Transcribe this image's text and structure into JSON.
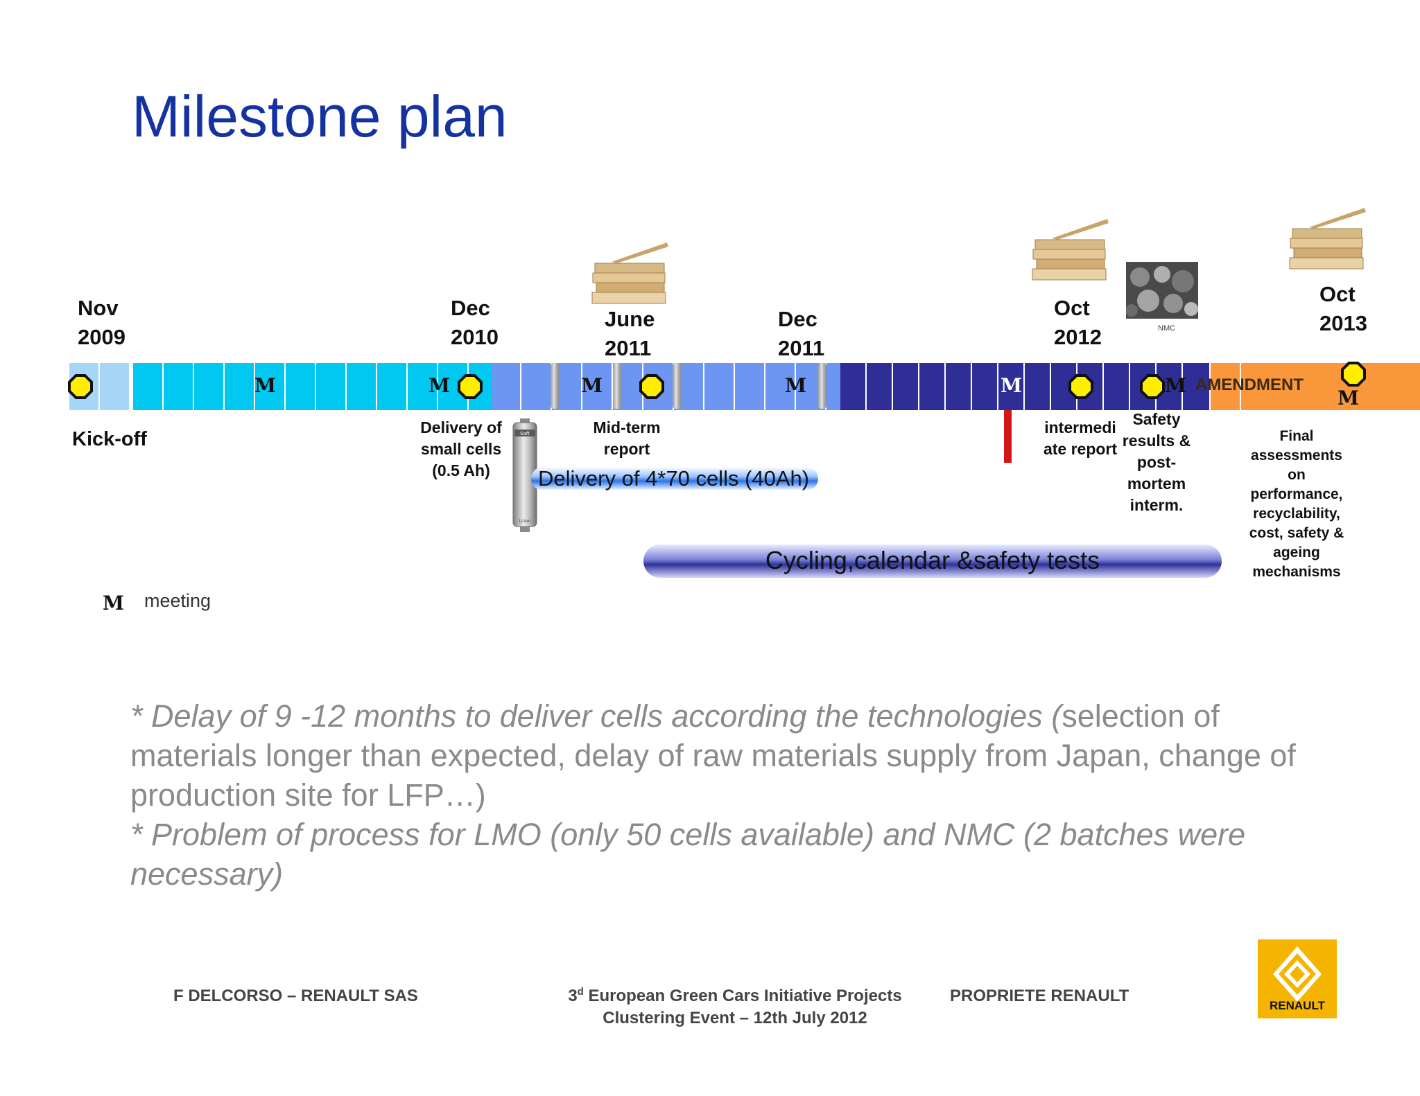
{
  "title": "Milestone plan",
  "dates": {
    "nov_2009": [
      "Nov",
      "2009"
    ],
    "dec_2010": [
      "Dec",
      "2010"
    ],
    "june_2011": [
      "June",
      "2011"
    ],
    "dec_2011": [
      "Dec",
      "2011"
    ],
    "oct_2012": [
      "Oct",
      "2012"
    ],
    "oct_2013": [
      "Oct",
      "2013"
    ]
  },
  "labels": {
    "kickoff": "Kick-off",
    "delivery_small": [
      "Delivery of",
      "small cells",
      "(0.5 Ah)"
    ],
    "midterm": [
      "Mid-term",
      "report"
    ],
    "intermediate": [
      "intermedi",
      "ate report"
    ],
    "safety": [
      "Safety",
      "results &",
      "post-",
      "mortem",
      "interm."
    ],
    "final": [
      "Final",
      "assessments",
      "on",
      "performance,",
      "recyclability,",
      "cost, safety &",
      "ageing",
      "mechanisms"
    ],
    "nmc": "NMC",
    "amendment": "AMENDMENT"
  },
  "bars": {
    "delivery_cells": "Delivery of 4*70 cells (40Ah)",
    "cycling": "Cycling,calendar &safety tests"
  },
  "legend": {
    "symbol": "M",
    "text": "meeting"
  },
  "marker_symbol": "M",
  "battery_brand": "Saft",
  "battery_type": "Li-ion",
  "notes": {
    "line1_italic": "* Delay of 9 -12 months to deliver cells according the technologies (",
    "line1_rest": "selection of materials longer than expected, delay of raw materials supply from Japan, change of production site for LFP…)",
    "line2_italic": "* Problem of process for LMO (only 50 cells available) and NMC (2 batches were necessary)"
  },
  "footer": {
    "author": "F DELCORSO – RENAULT SAS",
    "event_sup": "d",
    "event_line1_pre": "3",
    "event_line1_post": " European Green Cars Initiative Projects",
    "event_line2": "Clustering Event – 12th July 2012",
    "property": "PROPRIETE RENAULT",
    "logo_text": "RENAULT"
  },
  "colors": {
    "title": "#1533a0",
    "phase1": "#00c8f0",
    "phase2": "#6d95f2",
    "phase3": "#2e2e96",
    "phase4": "#f9973a",
    "milestone": "#ffee00",
    "logo": "#f5b400"
  }
}
